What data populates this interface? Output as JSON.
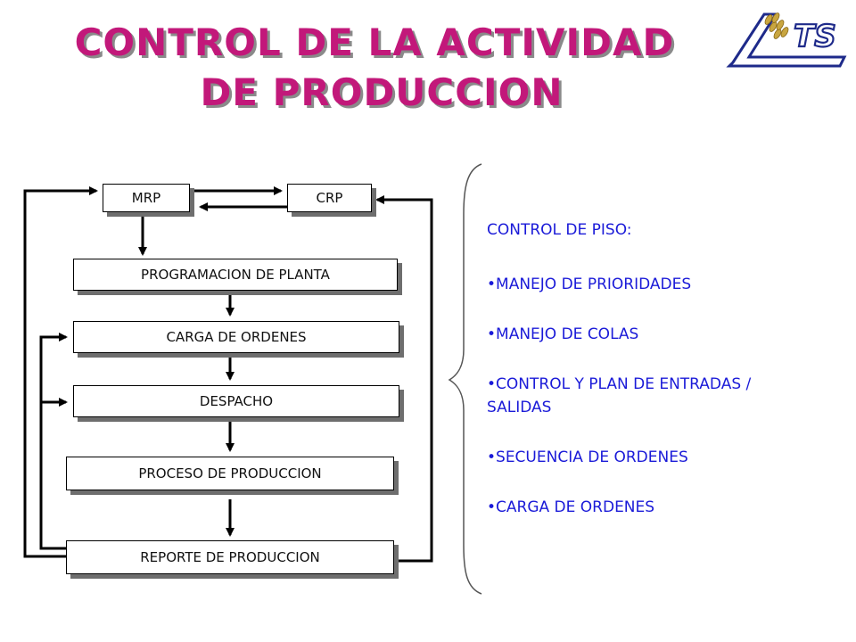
{
  "title": {
    "line1": "CONTROL DE LA ACTIVIDAD",
    "line2": "DE PRODUCCION"
  },
  "logo": {
    "text": "TS",
    "icon": "wheat-logo-icon"
  },
  "diagram": {
    "mrp": "MRP",
    "crp": "CRP",
    "programacion": "PROGRAMACION DE PLANTA",
    "carga": "CARGA DE ORDENES",
    "despacho": "DESPACHO",
    "proceso": "PROCESO DE PRODUCCION",
    "reporte": "REPORTE DE PRODUCCION"
  },
  "panel": {
    "title": "CONTROL DE PISO:",
    "items": [
      "•MANEJO DE PRIORIDADES",
      "•MANEJO DE COLAS",
      "•CONTROL Y PLAN DE ENTRADAS / SALIDAS",
      "•SECUENCIA DE ORDENES",
      "•CARGA DE ORDENES"
    ]
  },
  "colors": {
    "title": "#c2187a",
    "panel_text": "#1a1ad8",
    "shadow": "#6e6e6e"
  }
}
